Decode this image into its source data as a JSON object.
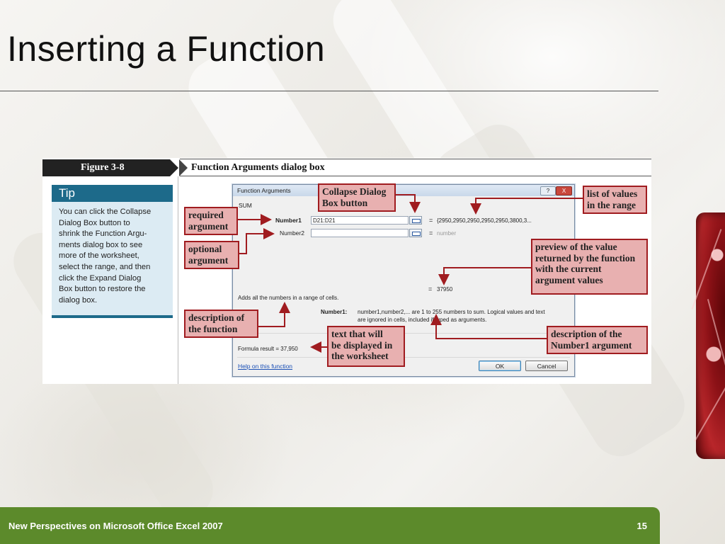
{
  "slide": {
    "title": "Inserting a Function",
    "footer": "New Perspectives on Microsoft Office Excel 2007",
    "page_number": "15"
  },
  "figure": {
    "label": "Figure  3-8",
    "caption": "Function Arguments dialog box"
  },
  "tip": {
    "heading": "Tip",
    "lines": [
      "You can click the Collapse",
      "Dialog Box button to",
      "shrink the Function Argu-",
      "ments dialog box to see",
      "more of the worksheet,",
      "select the range, and then",
      "click the Expand Dialog",
      "Box button to restore the",
      "dialog box."
    ]
  },
  "dialog": {
    "title": "Function Arguments",
    "help_label": "?",
    "close_label": "X",
    "function_name": "SUM",
    "args": [
      {
        "label": "Number1",
        "value": "D21:D21",
        "equals": "=",
        "result": "{2950,2950,2950,2950,2950,3800,3..."
      },
      {
        "label": "Number2",
        "value": "",
        "equals": "=",
        "result": "number"
      }
    ],
    "total_equals": "=",
    "total": "37950",
    "description": "Adds all the numbers in a range of cells.",
    "arg_desc_label": "Number1:",
    "arg_desc_line1": "number1,number2,... are 1 to 255 numbers to sum. Logical values and text",
    "arg_desc_line2": "are ignored in cells, included if typed as arguments.",
    "formula_result": "Formula result =   37,950",
    "help_link": "Help on this function",
    "ok_label": "OK",
    "cancel_label": "Cancel"
  },
  "callouts": {
    "collapse": [
      "Collapse Dialog",
      "Box button"
    ],
    "list_values": [
      "list of values",
      "in the range"
    ],
    "required": [
      "required",
      "argument"
    ],
    "optional": [
      "optional",
      "argument"
    ],
    "preview": [
      "preview of the value",
      "returned by the function",
      "with the current",
      "argument values"
    ],
    "description_fn": [
      "description of",
      "the function"
    ],
    "text_display": [
      "text that will",
      "be displayed in",
      "the worksheet"
    ],
    "description_arg": [
      "description of the",
      "Number1 argument"
    ]
  },
  "colors": {
    "footer": "#5c8a2b",
    "tip_heading": "#1d6a8a",
    "callout_fill": "#e8b0b0",
    "callout_border": "#a01c20"
  }
}
